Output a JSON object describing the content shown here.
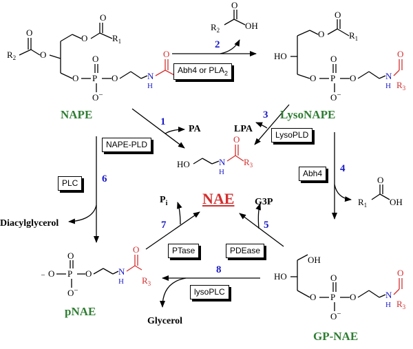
{
  "title": "NAE",
  "compounds": {
    "nape": "NAPE",
    "lysonape": "LysoNAPE",
    "pnae": "pNAE",
    "gpnae": "GP-NAE"
  },
  "enzymes": {
    "abh4_pla2": "Abh4 or PLA",
    "abh4_pla2_sub": "2",
    "nape_pld": "NAPE-PLD",
    "lysopld": "LysoPLD",
    "abh4": "Abh4",
    "plc": "PLC",
    "ptase": "PTase",
    "pdease": "PDEase",
    "lysoplc": "lysoPLC"
  },
  "steps": [
    "1",
    "2",
    "3",
    "4",
    "5",
    "6",
    "7",
    "8"
  ],
  "products": {
    "pa": "PA",
    "lpa": "LPA",
    "pi": "P",
    "pi_sub": "i",
    "g3p": "G3P",
    "diacylglycerol": "Diacylglycerol",
    "glycerol": "Glycerol"
  },
  "atoms": {
    "O": "O",
    "OH": "OH",
    "HO": "HO",
    "N": "N",
    "H": "H",
    "P": "P",
    "minus": "–",
    "R1": "R1",
    "R2": "R2",
    "R3": "R3"
  },
  "colors": {
    "compound_name": "#2e7d32",
    "step_number": "#1a1ac8",
    "nae": "#d32f2f",
    "acyl_red": "#d32f2f",
    "nitrogen_blue": "#1a1ac8"
  }
}
